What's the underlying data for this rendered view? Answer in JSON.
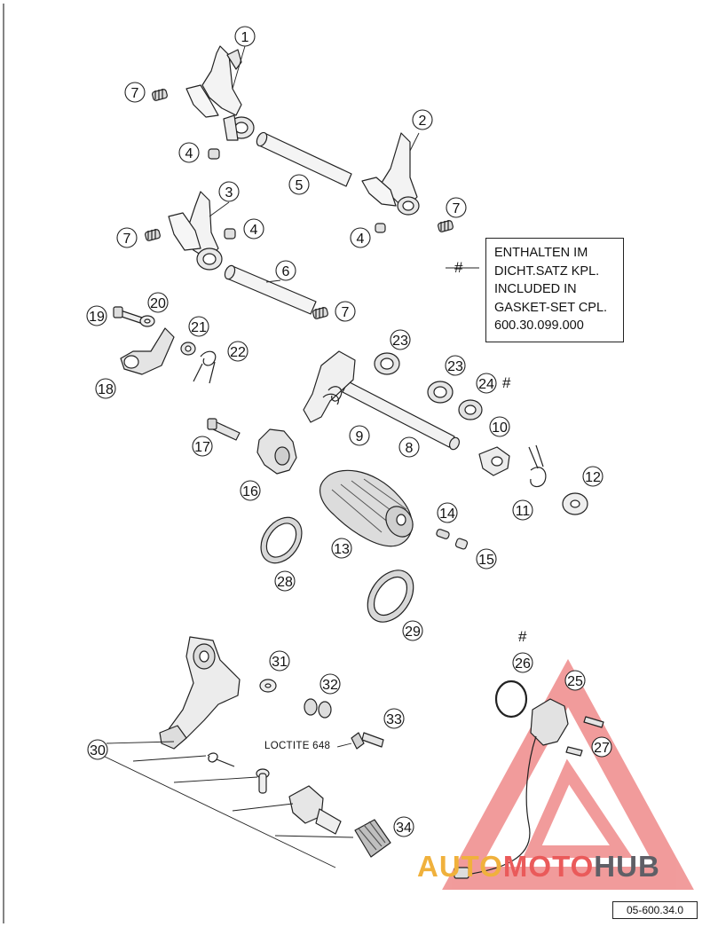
{
  "callouts": [
    "1",
    "2",
    "3",
    "4",
    "5",
    "6",
    "7",
    "8",
    "9",
    "10",
    "11",
    "12",
    "13",
    "14",
    "15",
    "16",
    "17",
    "18",
    "19",
    "20",
    "21",
    "22",
    "23",
    "24",
    "25",
    "26",
    "27",
    "28",
    "29",
    "30",
    "31",
    "32",
    "33",
    "34"
  ],
  "note": {
    "marker": "#",
    "lines": [
      "ENTHALTEN IM",
      "DICHT.SATZ KPL.",
      "INCLUDED IN",
      "GASKET-SET CPL.",
      "600.30.099.000"
    ]
  },
  "marker_24": "#",
  "marker_26": "#",
  "loctite_label": "LOCTITE 648",
  "doc_ref": "05-600.34.0",
  "watermark": {
    "part1": "AUTO",
    "part2": "MOTO",
    "part3": "HUB",
    "colors": {
      "auto": "#f0b13c",
      "moto": "#ea5a5a",
      "hub": "#5f5f66",
      "triangle": "#e64b4b"
    }
  }
}
